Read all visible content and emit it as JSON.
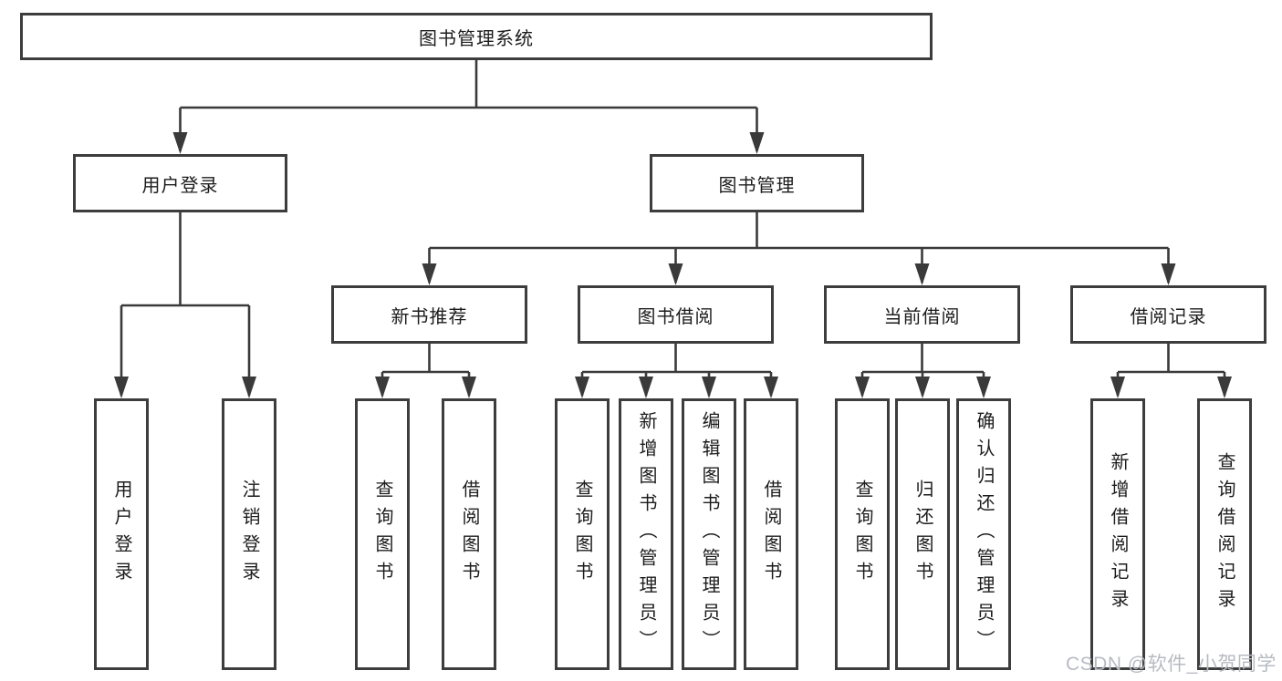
{
  "diagram_type": "hierarchy-tree",
  "tree": {
    "label": "图书管理系统",
    "children": [
      {
        "label": "用户登录",
        "children": [
          {
            "label": "用户登录"
          },
          {
            "label": "注销登录"
          }
        ]
      },
      {
        "label": "图书管理",
        "children": [
          {
            "label": "新书推荐",
            "children": [
              {
                "label": "查询图书"
              },
              {
                "label": "借阅图书"
              }
            ]
          },
          {
            "label": "图书借阅",
            "children": [
              {
                "label": "查询图书"
              },
              {
                "label": "新增图书（管理员）"
              },
              {
                "label": "编辑图书（管理员）"
              },
              {
                "label": "借阅图书"
              }
            ]
          },
          {
            "label": "当前借阅",
            "children": [
              {
                "label": "查询图书"
              },
              {
                "label": "归还图书"
              },
              {
                "label": "确认归还（管理员）"
              }
            ]
          },
          {
            "label": "借阅记录",
            "children": [
              {
                "label": "新增借阅记录"
              },
              {
                "label": "查询借阅记录"
              }
            ]
          }
        ]
      }
    ]
  },
  "watermark": {
    "text": "CSDN @软件_小贺同学",
    "color": "#b7bbc2"
  },
  "colors": {
    "background": "#ffffff",
    "box_fill": "#ffffff",
    "box_border": "#3d3d3d",
    "connector_line": "#3a3a3a",
    "text": "#1c1c1c"
  }
}
